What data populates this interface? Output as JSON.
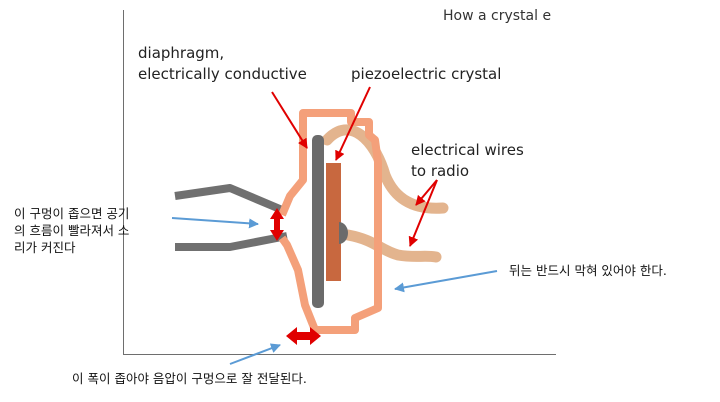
{
  "title": "How a crystal e",
  "labels": {
    "diaphragm_line1": "diaphragm,",
    "diaphragm_line2": "electrically conductive",
    "piezo": "piezoelectric crystal",
    "wires_line1": "electrical wires",
    "wires_line2": "to radio"
  },
  "notes": {
    "hole_line1": "이 구멍이 좁으면 공기",
    "hole_line2": "의 흐름이 빨라져서 소",
    "hole_line3": "리가 커진다",
    "back": "뒤는 반드시 막혀 있어야 한다.",
    "width": "이 폭이 좁아야 음압이 구멍으로 잘 전달된다."
  },
  "colors": {
    "housing": "#f4a07a",
    "wire": "#e3b48e",
    "diaphragm": "#6b6b6b",
    "crystal": "#c8683f",
    "pointer_red": "#e00000",
    "pointer_blue": "#5b9bd5",
    "tube": "#707070"
  }
}
